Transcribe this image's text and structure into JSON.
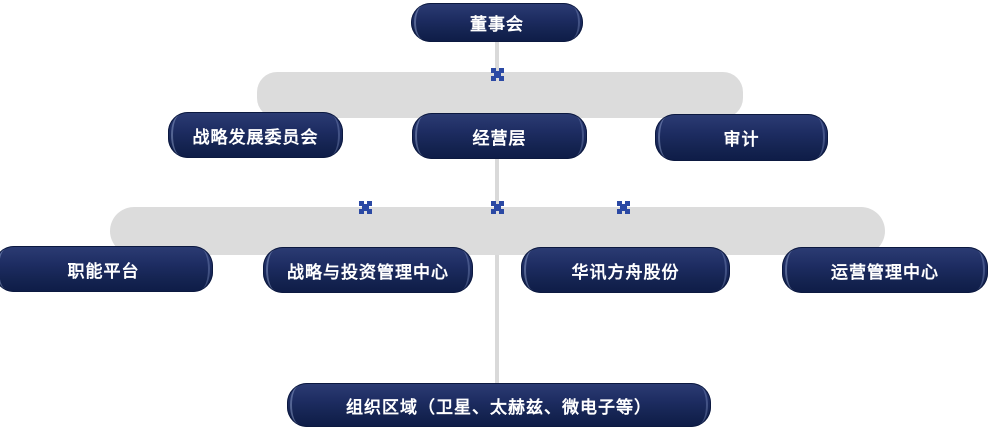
{
  "colors": {
    "node_gradient_top": "#2c3c74",
    "node_gradient_mid": "#1d2c61",
    "node_gradient_bottom": "#0e1c47",
    "node_text": "#ffffff",
    "connector_band_gray": "#dcdcdc",
    "spine_line_gray": "#d9d9d9",
    "plus_connector_blue": "#2b49a4",
    "background": "#ffffff"
  },
  "icons": {
    "connector": "plus-connector-icon"
  },
  "nodes": {
    "board": {
      "label": "董事会"
    },
    "strategy_committee": {
      "label": "战略发展委员会"
    },
    "management": {
      "label": "经营层"
    },
    "audit": {
      "label": "审计"
    },
    "functional_platform": {
      "label": "职能平台"
    },
    "strategy_investment": {
      "label": "战略与投资管理中心"
    },
    "huaxun_ark": {
      "label": "华讯方舟股份"
    },
    "operations": {
      "label": "运营管理中心"
    },
    "org_region": {
      "label": "组织区域（卫星、太赫兹、微电子等）"
    }
  },
  "levels": [
    [
      "board"
    ],
    [
      "strategy_committee",
      "management",
      "audit"
    ],
    [
      "functional_platform",
      "strategy_investment",
      "huaxun_ark",
      "operations"
    ],
    [
      "org_region"
    ]
  ]
}
